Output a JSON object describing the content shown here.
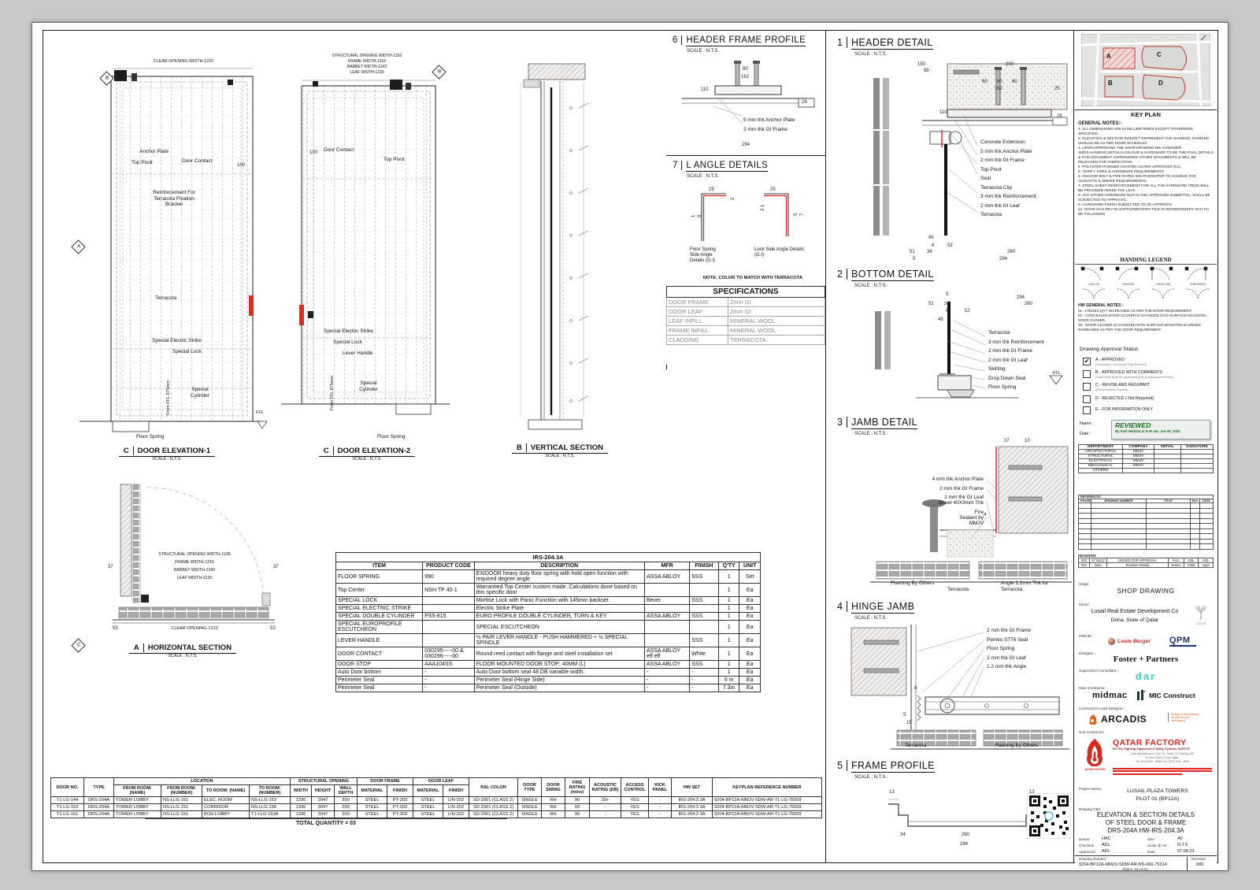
{
  "elev1": {
    "ref": "C",
    "title": "DOOR ELEVATION-1",
    "scale": "SCALE : N.T.S.",
    "top_dim": "CLEAR OPENING WIDTH-1210",
    "anchor_plate": "Anchor Plate",
    "top_pivot": "Top Pivot",
    "door_contact": "Door Contact",
    "dim100": "100",
    "reinforcement": "Reinforcement For\nTerracota Fixation\nBracket",
    "terracota": "Terracota",
    "electric_strike": "Special Electric Strike",
    "lock": "Special Lock",
    "cylinder": "Special\nCylinder",
    "ffl875": "From FFL 875mm",
    "floor_spring": "Floor Spring",
    "ffl": "FFL",
    "bubble_b": "B",
    "bubble_a": "A"
  },
  "elev2": {
    "ref": "C",
    "title": "DOOR ELEVATION-2",
    "scale": "SCALE : N.T.S.",
    "d1": "STRUCTURAL OPENING WIDTH-1336",
    "d2": "FRAME WIDTH-1316",
    "d3": "RABBET WIDTH-1242",
    "d4": "LEAF WIDTH-1230",
    "door_contact": "Door Contact",
    "top_pivot": "Top Pivot",
    "dim100": "100",
    "electric_strike": "Special Electric Strike",
    "lock": "Special Lock",
    "lever": "Lever Handle",
    "cylinder": "Special\nCylinder",
    "ffl875": "From FFL 875mm",
    "floor_spring": "Floor Spring",
    "bubble_b": "B"
  },
  "vsec": {
    "ref": "B",
    "title": "VERTICAL SECTION",
    "scale": "SCALE : N.T.S."
  },
  "hsec": {
    "ref": "A",
    "title": "HORIZONTAL SECTION",
    "scale": "SCALE : N.T.S.",
    "d1": "STRUCTURAL OPENING WIDTH-1336",
    "d2": "FRAME WIDTH-1316",
    "d3": "RABBET WIDTH-1242",
    "d4": "LEAF WIDTH-1230",
    "clear": "CLEAR OPENING-1210",
    "d37a": "37",
    "d37b": "37",
    "d53a": "53",
    "d53b": "53",
    "bubble_c": "C"
  },
  "p1": {
    "num": "1",
    "title": "HEADER DETAIL",
    "scale": "SCALE : N.T.S.",
    "callouts": [
      "Concrete Extension",
      "5 mm thk Anchor Plate",
      "2 mm thk GI Frame",
      "Top Pivot",
      "Seal",
      "Terracota Clip",
      "3 mm thk Reinforcement",
      "2 mm thk GI Leaf",
      "Terracota"
    ],
    "d150": "150",
    "d99": "99",
    "d200": "200",
    "d60a": "60",
    "d80": "80",
    "d60b": "60",
    "d162": "162",
    "d25": "25",
    "d110": "110",
    "d28": "28",
    "d45": "45",
    "d6": "6",
    "d34": "34",
    "d52": "52",
    "d51": "51",
    "d5": "5",
    "d260": "260",
    "d294": "294"
  },
  "p2": {
    "num": "2",
    "title": "BOTTOM DETAIL",
    "scale": "SCALE : N.T.S.",
    "callouts": [
      "Terracota",
      "3 mm thk Reinforcement",
      "2 mm thk GI Frame",
      "2 mm thk GI Leaf",
      "Skirting",
      "Drop Down Seal",
      "Floor Spring"
    ],
    "ffl": "FFL",
    "d5": "5",
    "d294": "294",
    "d51": "51",
    "d34": "34",
    "d6": "6",
    "d52": "52",
    "d260": "260",
    "d45": "45"
  },
  "p3": {
    "num": "3",
    "title": "JAMB DETAIL",
    "scale": "SCALE : N.T.S.",
    "callouts": [
      "4 mm thk Anchor Plate",
      "2 mm thk GI Frame",
      "2 mm thk GI Leaf\nSheet 40X3mm Thk",
      "Fire\nSealant by\nMMJV"
    ],
    "b1": "Flashing By Others",
    "b2": "Terracota",
    "b3": "Angle 1.2mm Thk for\nTerracota",
    "d37": "37",
    "d10": "10",
    "d4": "4"
  },
  "p4": {
    "num": "4",
    "title": "HINGE JAMB",
    "scale": "SCALE : N.T.S.",
    "callouts": [
      "2 mm thk GI Frame",
      "Pemko S776 Seal",
      "Floor Spring",
      "2 mm thk GI Leaf",
      "1.2 mm thk Angle"
    ],
    "b1": "Terracota",
    "b2": "Flashing By Others",
    "d8": "8",
    "d5": "5",
    "d11": "11"
  },
  "p5": {
    "num": "5",
    "title": "FRAME PROFILE",
    "scale": "SCALE : N.T.S.",
    "d13a": "13",
    "d13b": "13",
    "d34": "34",
    "d260": "260",
    "d294": "294"
  },
  "p6": {
    "num": "6",
    "title": "HEADER FRAME PROFILE",
    "scale": "SCALE : N.T.S.",
    "d80": "80",
    "d162": "162",
    "d110": "110",
    "d28": "28",
    "d294": "294",
    "callouts": [
      "5 mm thk Anchor Plate",
      "2 mm thk GI Frame"
    ]
  },
  "p7": {
    "num": "7",
    "title": "L ANGLE DETAILS",
    "scale": "SCALE : N.T.S.",
    "d25a": "25",
    "d25b": "25",
    "d2": "2",
    "d1": "1",
    "d8": "8",
    "d21": "2 1",
    "d5": "5",
    "d7": "7",
    "left_cap": "Floor Spring\nSide Angle\nDetails (G.I)",
    "right_cap": "Lock Side Angle Details\n(G.I)",
    "note": "NOTE: COLOR TO MATCH WITH TERRACOTA"
  },
  "specs": {
    "title": "SPECIFICATIONS",
    "rows": [
      [
        "DOOR FRAME",
        "2mm GI"
      ],
      [
        "DOOR LEAF",
        "2mm GI"
      ],
      [
        "LEAF INFILL",
        "MINERAL WOOL"
      ],
      [
        "FRAME INFILL",
        "MINERAL WOOL"
      ],
      [
        "CLADDING",
        "TERRACOTA"
      ]
    ]
  },
  "hardware": {
    "title": "IRS-204.3A",
    "headers": [
      "ITEM",
      "PRODUCT CODE",
      "DESCRIPTION",
      "MFR",
      "FINISH",
      "Q'TY",
      "UNIT"
    ],
    "rows": [
      [
        "FLOOR SPRING",
        "990",
        "EXIDOOR heavy duty floor spring with hold open function with required degree angle",
        "ASSA ABLOY",
        "SSS",
        "1",
        "Set"
      ],
      [
        "Top Center",
        "NSH TP 40-1",
        "Warrantied Top Center custom made. Calculations done based on this specific door",
        "",
        "",
        "1",
        "Ea"
      ],
      [
        "SPECIAL LOCK",
        "",
        "Mortise Lock with Panic Function with 145mm backset",
        "Bever",
        "SSS",
        "1",
        "Ea"
      ],
      [
        "SPECIAL ELECTRIC STRIKE",
        "",
        "Electric Strike Plate",
        "",
        "",
        "1",
        "Ea"
      ],
      [
        "SPECIAL DOUBLE CYLINDER",
        "PS5-815",
        "EURO PROFILE DOUBLE CYLINDER, TURN & KEY",
        "ASSA ABLOY",
        "SSS",
        "1",
        "Ea"
      ],
      [
        "SPECIAL EUROPROFILE ESCUTCHEON",
        "",
        "SPECIAL ESCUTCHEON",
        "",
        "",
        "1",
        "Ea"
      ],
      [
        "LEVER HANDLE",
        "",
        "½ PAIR LEVER HANDLE - PUSH HAMMERED + ½ SPECIAL SPINDLE",
        "",
        "SSS",
        "1",
        "Ea"
      ],
      [
        "DOOR CONTACT",
        "030295-----00 &\n030296-----00",
        "Round reed contact with flange and steel installation set",
        "ASSA ABLOY\neff eff",
        "White",
        "1",
        "Ea"
      ],
      [
        "DOOR STOP",
        "AAA104SS",
        "FLOOR MOUNTED DOOR STOP; 40MM (L)",
        "ASSA ABLOY",
        "SSS",
        "1",
        "Ea"
      ],
      [
        "Auto Door bottom",
        "-",
        "Auto Door bottom seal 48 DB variable width.",
        "-",
        "-",
        "1",
        "Ea"
      ],
      [
        "Perimeter Seal",
        "-",
        "Perimeter Seal (Hinge Side)",
        "-",
        "-",
        "6 m",
        "Ea"
      ],
      [
        "Perimeter Seal",
        "-",
        "Perimeter Seal (Outside)",
        "-",
        "-",
        "7.3m",
        "Ea"
      ]
    ]
  },
  "schedule": {
    "h_door_no": "DOOR NO.",
    "h_type": "TYPE",
    "h_location": "LOCATION",
    "h_structural": "STRUCTURAL OPENING",
    "h_door_frame": "DOOR FRAME",
    "h_door_leaf": "DOOR LEAF",
    "h_from_name": "FROM ROOM:\n(NAME)",
    "h_from_num": "FROM ROOM:\n(NUMBER)",
    "h_to_name": "TO ROOM: (NAME)",
    "h_to_num": "TO ROOM:\n(NUMBER)",
    "h_width": "WIDTH",
    "h_height": "HEIGHT",
    "h_wall": "WALL\nDEPTH",
    "h_mat1": "MATERIAL",
    "h_fin1": "FINISH",
    "h_mat2": "MATERIAL",
    "h_fin2": "FINISH",
    "h_ral": "RAL COLOR",
    "h_dtype": "DOOR\nTYPE",
    "h_dswing": "DOOR\nSWING",
    "h_fire": "FIRE\nRATING\n(mins)",
    "h_acoustic": "ACOUSTIC\nRATING (DB)",
    "h_access": "ACCESS\nCONTROL",
    "h_kick": "KICK\nPANEL",
    "h_hwset": "HW SET",
    "h_keyplan": "KEYPLAN REFERENCE NUMBER",
    "rows": [
      [
        "T1-LG-144",
        "DRS-204A",
        "TOWER LOBBY",
        "NS-LLG-151",
        "ELEC. ROOM",
        "NS-LLG-153",
        "1336",
        "3047",
        "200",
        "STEEL",
        "PT-303",
        "STEEL",
        "LIN-202",
        "SD-2901 (CLASS 2)",
        "SINGLE",
        "RH",
        "90",
        "30+",
        "YES",
        "-",
        "IRS-204.3 3A",
        "9204-BP12A-MMJV-SDW-AR-T1-LG-75009"
      ],
      [
        "T1-LG-153",
        "DRS-204A",
        "TOWER LOBBY",
        "NS-LLG-151",
        "CORRIDOR",
        "NS-LLG-158",
        "1336",
        "3047",
        "200",
        "STEEL",
        "PT-303",
        "STEEL",
        "LIN-202",
        "SD-2901 (CLASS 2)",
        "SINGLE",
        "RH",
        "60",
        "-",
        "YES",
        "-",
        "IRS-204.3 3A",
        "9204-BP12A-MMJV-SDW-AR-T1-LG-75009"
      ],
      [
        "T1-LG-161",
        "DRS-204A",
        "TOWER LOBBY",
        "NS-LLG-151",
        "BOH LOBBY",
        "T1-LLG-163A",
        "1336",
        "3047",
        "200",
        "STEEL",
        "PT-303",
        "STEEL",
        "LIN-202",
        "SD-2901 (CLASS 2)",
        "SINGLE",
        "RH",
        "90",
        "-",
        "YES",
        "-",
        "IRS-204.3 3A",
        "9204-BP12A-MMJV-SDW-AR-T1-LG-75009"
      ]
    ],
    "total": "TOTAL QUANTITY = 03"
  },
  "sb": {
    "keyplan": {
      "title": "KEY PLAN",
      "a": "A",
      "b": "B",
      "c": "C",
      "d": "D"
    },
    "notes": {
      "title": "GENERAL NOTES:-",
      "items": [
        "1.   ALL DIMENSIONS ARE IN MILLIMETERES EXCEPT OTHERWISE SPECIFIED.",
        "2.   ELEVATION & SECTION DOESN'T REPRESENT THE HANDING, HANDING SHOULD BE AS PER DOOR SCHEDULE.",
        "3.   UPON APPROVING THE SHOP DRAWING WE CONSIDER SIZES,HANDING,DETAILS,COLOUR & HARDWARE TO BE THE FINAL DETAILS & THIS DOCUMENT SUPERSEDES OTHER DOCUMENTS & WILL BE RELEASED FOR FABRICATION.",
        "4.   POLYSTER POWDER COATING AS PER APPROVED RAL.",
        "5.   VERIFY SIZES & HARDWARE REQUIREMENTS",
        "6.   ANCHOR BOLT & FIRE RATED WEATHERSTRIP TO ACHIEVE THE ACOUSTIC & SMOKE REQUIREMENTS.",
        "7.   STEEL SHEET REINFORCEMENT FOR ALL THE HARDWARE ITEMS WILL BE PROVIDED INSIDE THE LEAF.",
        "8.   ANY OTHER HARDWARE NOT IN THE APPROVED SUBMITTAL, SHALL BE SUBJECTED TO APPROVAL.",
        "9.   HARDWARE FINISH SUBJECTED TO VE APPROVAL",
        "10. DOOR SCH REV 02 SUPPLEMENTARY FILE IN IRONMONGERY SCH TO BE FOLLOWED."
      ]
    },
    "handing": {
      "title": "HANDING LEGEND",
      "labels": [
        "LHA/LSA",
        "RHA/RSA",
        "LHRA/LSRA",
        "RHRA/RSRA"
      ]
    },
    "hw_notes": {
      "title": "HW GENERAL NOTES :",
      "items": [
        "01 - HINGES QTY INCREASED AS PER THE DOOR REQUIREMENT.",
        "02 - CONCEALED DOOR CLOSER IS CHANGED INTO SURFACE MOUNTED DOOR CLOSER.",
        "03 - DOOR CLOSER IS CHANGED INTO SURFACE MOUNTED  &  HINGES INCREASED AS PER THE DOOR REQUIREMENT"
      ]
    },
    "approval": {
      "title": "Drawing Approval Status",
      "check": "✔",
      "items": [
        {
          "k": "A - APPROVED",
          "s": "(Consultant / Contractor May Proceed)"
        },
        {
          "k": "B - APPROVED WITH COMMENTS",
          "s": "(Comments Shall be addressed prior to subsequent works)"
        },
        {
          "k": "C - REVISE AND RESUBMIT",
          "s": "(Resubmission required)"
        },
        {
          "k": "D - REJECTED ( Not Required)",
          "s": ""
        },
        {
          "k": "E - FOR INFORMATION ONLY",
          "s": ""
        }
      ]
    },
    "review": {
      "name_label": "Name :",
      "date_label": "Date :",
      "line1": "REVIEWED",
      "line2": "By Fadi Haddad at 9:00 am, Jan 08, 2024"
    },
    "departments": {
      "headers": [
        "DEPARTMENT",
        "COMPANY",
        "INITIAL",
        "SIGNATURE"
      ],
      "rows": [
        [
          "ARCHITECTURAL",
          "MMJV",
          "",
          ""
        ],
        [
          "STRUCTURAL",
          "MMJV",
          "",
          ""
        ],
        [
          "ELECTRICAL",
          "MMJV",
          "",
          ""
        ],
        [
          "MECHANICAL",
          "MMJV",
          "",
          ""
        ],
        [
          "OTHERS",
          "",
          "",
          ""
        ]
      ]
    },
    "references": {
      "title": "REFERENCES",
      "headers": [
        "PHASE",
        "DRAWING NUMBER",
        "TITLE",
        "Rev",
        "DATE"
      ],
      "rows": [
        [
          "",
          "",
          "",
          "",
          ""
        ],
        [
          "",
          "",
          "",
          "",
          ""
        ],
        [
          "",
          "",
          "",
          "",
          ""
        ],
        [
          "",
          "",
          "",
          "",
          ""
        ],
        [
          "",
          "",
          "",
          "",
          ""
        ],
        [
          "",
          "",
          "",
          "",
          ""
        ],
        [
          "",
          "",
          "",
          "",
          ""
        ],
        [
          "",
          "",
          "",
          "",
          ""
        ],
        [
          "",
          "",
          "",
          "",
          ""
        ]
      ]
    },
    "revisions": {
      "title": "REVISIONS",
      "rows": [
        [
          "000",
          "07.08.23",
          "ISSUED FOR APPROVAL",
          "HAC",
          "ADL",
          "ADL"
        ],
        [
          "Rev",
          "Date",
          "Revision Details",
          "Drawn",
          "Chkd",
          "Appd"
        ]
      ]
    },
    "stage": {
      "label": "Stage:",
      "value": "SHOP DRAWING"
    },
    "client": {
      "label": "Client:",
      "line1": "Lusail Real Estate Development Co",
      "line2": "Doha, State of Qatar",
      "logo": "Lusail"
    },
    "pmcm": {
      "label": "PM/CM :",
      "brand1": "Louis Berger",
      "brand2": "QPM"
    },
    "designer": {
      "label": "Designer :",
      "brand": "Foster + Partners"
    },
    "supervision": {
      "label": "Supervision Consultant :",
      "brand": "dar"
    },
    "main_contractor": {
      "label": "Main Contractor :",
      "brand1": "midmac",
      "brand2": "MIC Construct"
    },
    "lead_designer": {
      "label": "Contractor's Lead Designer:",
      "brand": "ARCADIS",
      "sub": "Design & Consultancy\nfor natural and\nbuilt assets"
    },
    "sub_contractor": {
      "label": "Sub-Contractor:",
      "brand": "QATAR FACTORY",
      "line1": "For Fire Fighting Equipment & Safety Systems NAFFCO",
      "line2": "New Industrial Area, Zone, 81, Street, 23, Building,100",
      "line3": "P.O.Box 30644, Doha. Qatar.",
      "line4": "Tel. (974) 4432 - 5888, Fax: (974) 4411 - 4630",
      "logo_caption": "QATAR FACTORY"
    },
    "project": {
      "label": "Project Name:",
      "line1": "LUSAIL PLAZA TOWERS",
      "line2": "PLOT 01 (BP12A)"
    },
    "dtitle": {
      "label": "Drawing Title:",
      "line1": "ELEVATION & SECTION DETAILS",
      "line2": "OF STEEL DOOR & FRAME",
      "line3": "DRS-204A HW-IRS-204.3A"
    },
    "meta": {
      "drawn_l": "Drawn:",
      "drawn": "HAC",
      "size_l": "Size :",
      "size": "A0",
      "checked_l": "Checked:",
      "checked": "ADL",
      "scale_l": "Scale @ A0 :",
      "scale": "N.T.S",
      "approved_l": "Approved:",
      "approved": "ADL",
      "date_l": "Date :",
      "date": "07.08.23",
      "dn_l": "Drawing Number:",
      "dn": "9204-BP12A-MMJV-SDW-AR-NS-000-75314",
      "rev_l": "Revision:",
      "rev": "000",
      "sheet": "Sheet :   01   of   01"
    }
  }
}
